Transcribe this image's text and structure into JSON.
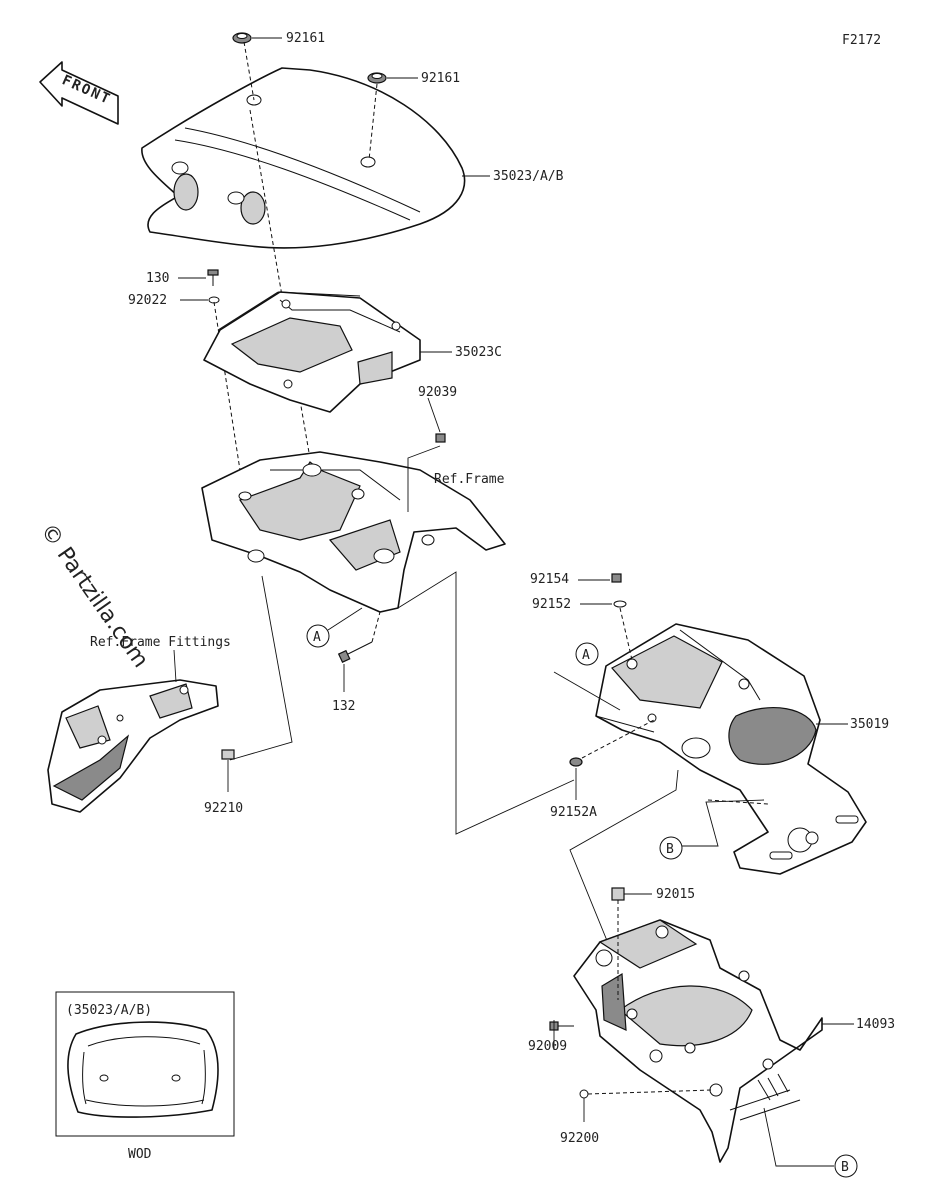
{
  "figure_code": "F2172",
  "watermark": "© Partzilla.com",
  "front_label": "FRONT",
  "ref_labels": {
    "frame": "Ref.Frame",
    "frame_fittings": "Ref.Frame Fittings"
  },
  "callouts": {
    "a1": "A",
    "a2": "A",
    "b1": "B",
    "b2": "B"
  },
  "part_numbers": {
    "p92161_top": "92161",
    "p92161_right": "92161",
    "p35023AB": "35023/A/B",
    "p130": "130",
    "p92022": "92022",
    "p35023C": "35023C",
    "p92039": "92039",
    "p92154": "92154",
    "p92152": "92152",
    "p35019": "35019",
    "p132": "132",
    "p92210": "92210",
    "p92152A": "92152A",
    "p92015": "92015",
    "p92009": "92009",
    "p14093": "14093",
    "p92200": "92200"
  },
  "inset": {
    "title": "(35023/A/B)",
    "caption": "WOD"
  }
}
